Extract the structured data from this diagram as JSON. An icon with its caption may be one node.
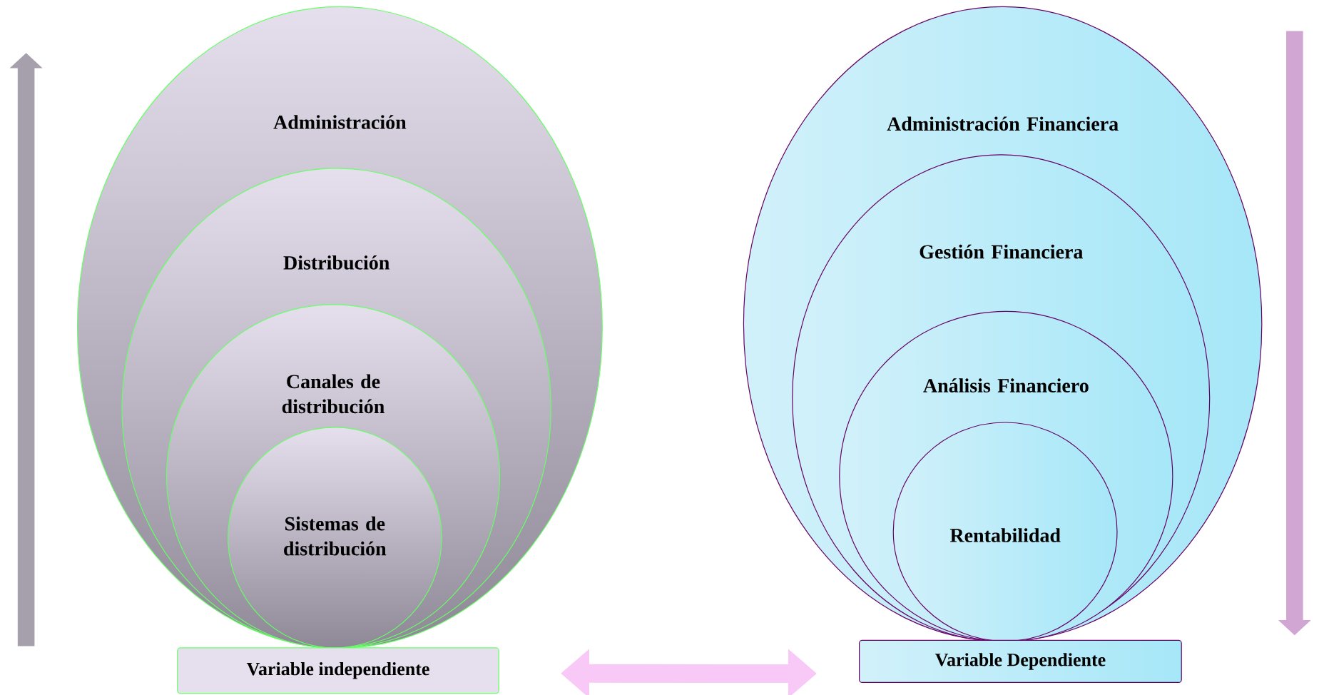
{
  "diagram": {
    "nodes": [
      {
        "text": [
          "Administración"
        ]
      },
      {
        "text": [
          "Distribución"
        ],
        "in": 0
      },
      {
        "text": [
          "Canales de distribución"
        ],
        "in": 1
      },
      {
        "text": [
          "Sistemas de distribución"
        ],
        "in": 2
      },
      {
        "text": [
          "Administración Financiera"
        ]
      },
      {
        "text": [
          "Gestión Financiera"
        ],
        "in": 4
      },
      {
        "text": [
          "Análisis Financiero"
        ],
        "in": 5
      },
      {
        "text": [
          "Rentabilidad"
        ],
        "in": 6
      },
      {
        "text": [
          "Variable independiente"
        ]
      },
      {
        "text": [
          "Variable Dependiente"
        ]
      }
    ],
    "edges": [
      {
        "from": 8,
        "to": 9,
        "arrow": "both"
      }
    ]
  }
}
